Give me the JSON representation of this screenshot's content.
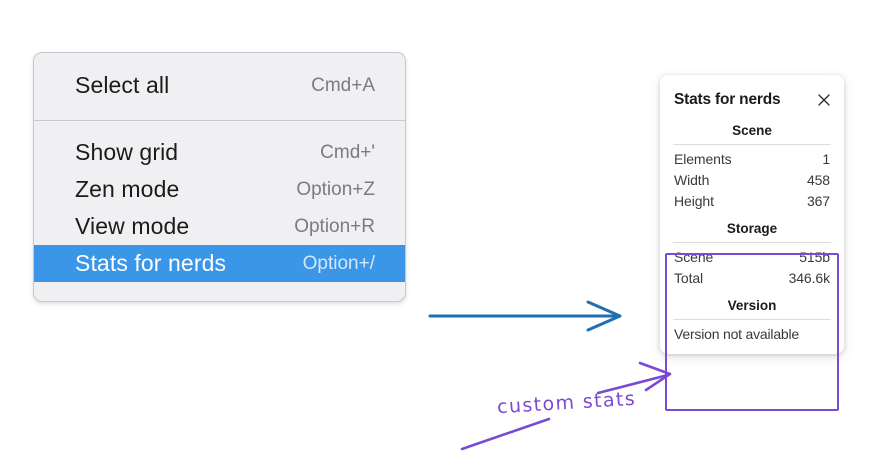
{
  "context_menu": {
    "name": "canvas-context-menu",
    "groups": [
      {
        "items": [
          {
            "label": "Select all",
            "shortcut": "Cmd+A",
            "selected": false
          }
        ]
      },
      {
        "items": [
          {
            "label": "Show grid",
            "shortcut": "Cmd+'",
            "selected": false
          },
          {
            "label": "Zen mode",
            "shortcut": "Option+Z",
            "selected": false
          },
          {
            "label": "View mode",
            "shortcut": "Option+R",
            "selected": false
          },
          {
            "label": "Stats for nerds",
            "shortcut": "Option+/",
            "selected": true
          }
        ]
      }
    ]
  },
  "stats_panel": {
    "title": "Stats for nerds",
    "close_icon": "close-icon",
    "sections": [
      {
        "title": "Scene",
        "rows": [
          {
            "key": "Elements",
            "value": "1"
          },
          {
            "key": "Width",
            "value": "458"
          },
          {
            "key": "Height",
            "value": "367"
          }
        ]
      },
      {
        "title": "Storage",
        "rows": [
          {
            "key": "Scene",
            "value": "515b"
          },
          {
            "key": "Total",
            "value": "346.6k"
          }
        ]
      },
      {
        "title": "Version",
        "text": "Version not available"
      }
    ]
  },
  "annotations": {
    "handwriting_label": "custom stats",
    "arrow_blue": "blue-arrow-menu-to-panel",
    "arrow_purple": "purple-arrow-to-custom-stats",
    "underline_purple": "purple-underline-stroke"
  },
  "colors": {
    "menu_background": "#f0f0f2",
    "menu_border": "#c6c9ce",
    "selection_blue": "#3b96e8",
    "annotation_purple": "#7b4ad4",
    "arrow_blue": "#1f6fb2",
    "panel_background": "#ffffff",
    "page_background": "#ffffff"
  }
}
